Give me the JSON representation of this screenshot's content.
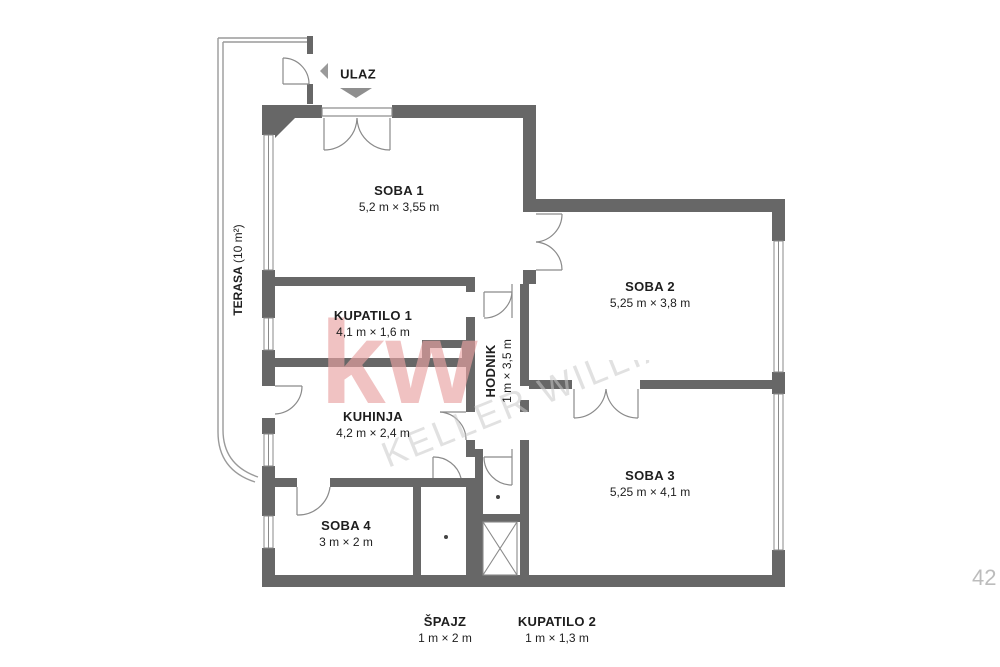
{
  "entrance": {
    "label": "ULAZ"
  },
  "terrace": {
    "label": "TERASA",
    "area": "(10 m²)"
  },
  "rooms": {
    "soba1": {
      "name": "SOBA 1",
      "dims": "5,2 m × 3,55 m"
    },
    "soba2": {
      "name": "SOBA 2",
      "dims": "5,25 m × 3,8 m"
    },
    "kupatilo1": {
      "name": "KUPATILO 1",
      "dims": "4,1 m × 1,6 m"
    },
    "hodnik": {
      "name": "HODNIK",
      "dims": "1 m × 3,5 m"
    },
    "kuhinja": {
      "name": "KUHINJA",
      "dims": "4,2 m × 2,4 m"
    },
    "soba3": {
      "name": "SOBA 3",
      "dims": "5,25 m × 4,1 m"
    },
    "soba4": {
      "name": "SOBA 4",
      "dims": "3 m × 2 m"
    },
    "spajz": {
      "name": "ŠPAJZ",
      "dims": "1 m × 2 m"
    },
    "kupatilo2": {
      "name": "KUPATILO 2",
      "dims": "1 m × 1,3 m"
    }
  },
  "watermark": {
    "logo": "kw",
    "brand": "KELLER WILLIAMS",
    "number": "42"
  },
  "colors": {
    "wall": "#676767",
    "watermark": "#e8a2a2",
    "watermark_text": "#c9c9c9"
  }
}
